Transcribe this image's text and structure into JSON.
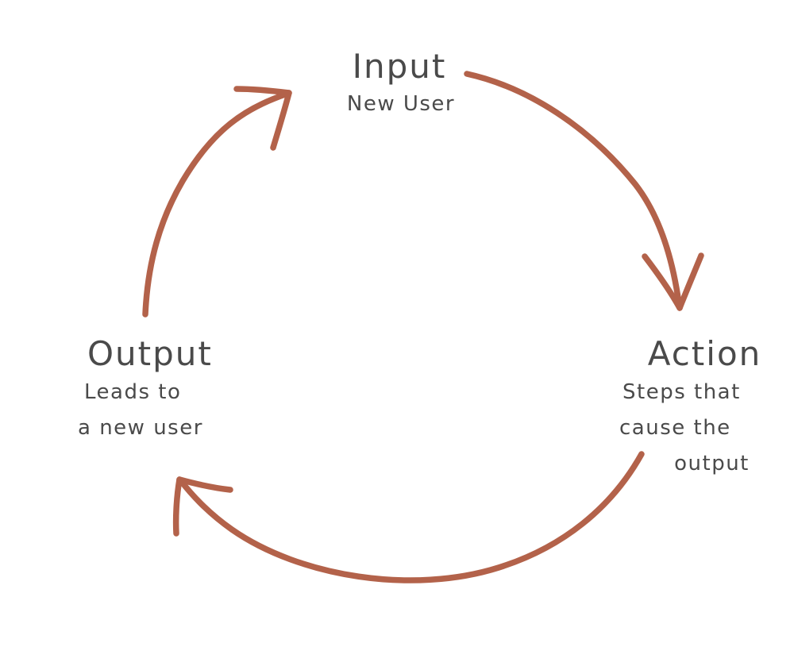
{
  "diagram": {
    "type": "cycle",
    "title": "",
    "background_color": "#ffffff",
    "arrow_color": "#b3624a",
    "text_color": "#4a4a4a",
    "style": "hand-drawn",
    "nodes": [
      {
        "id": "input",
        "title": "Input",
        "subtitle_lines": [
          "New User"
        ],
        "position": "top"
      },
      {
        "id": "action",
        "title": "Action",
        "subtitle_lines": [
          "Steps that",
          "cause the",
          "output"
        ],
        "position": "right"
      },
      {
        "id": "output",
        "title": "Output",
        "subtitle_lines": [
          "Leads to",
          "a new user"
        ],
        "position": "left"
      }
    ],
    "arrows": [
      {
        "id": "input-to-action",
        "from": "input",
        "to": "action",
        "label": ""
      },
      {
        "id": "action-to-output",
        "from": "action",
        "to": "output",
        "label": ""
      },
      {
        "id": "output-to-input",
        "from": "output",
        "to": "input",
        "label": ""
      }
    ]
  }
}
